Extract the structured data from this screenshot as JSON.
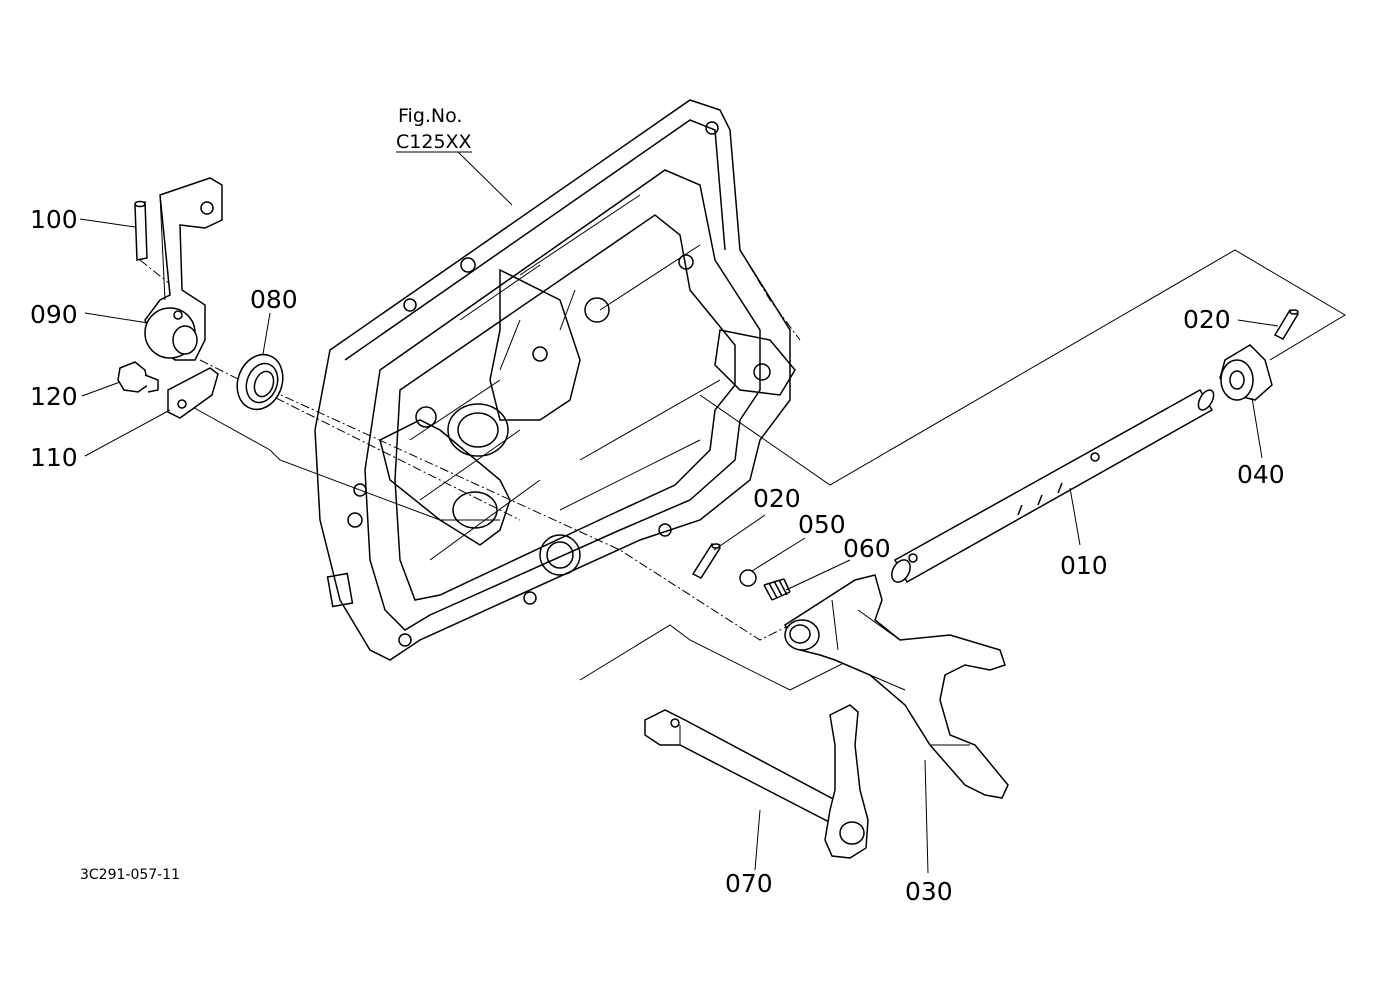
{
  "figure": {
    "fig_label": "Fig.No.",
    "fig_code": "C125XX",
    "drawing_code": "3C291-057-11"
  },
  "callouts": {
    "c100": "100",
    "c090": "090",
    "c080": "080",
    "c120": "120",
    "c110": "110",
    "c020a": "020",
    "c020b": "020",
    "c050": "050",
    "c060": "060",
    "c010": "010",
    "c040": "040",
    "c070": "070",
    "c030": "030"
  }
}
